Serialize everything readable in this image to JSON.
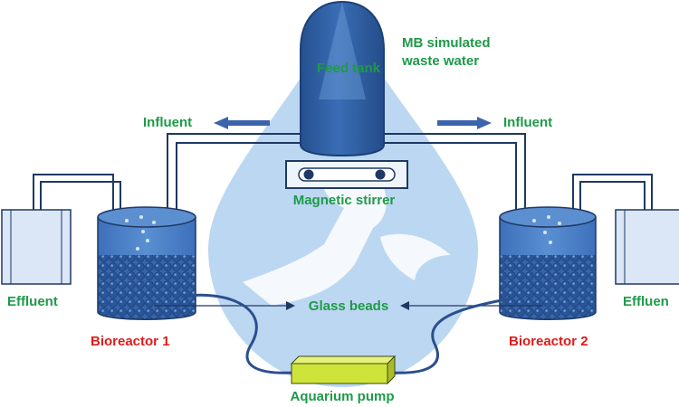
{
  "labels": {
    "wastewater_line1": "MB simulated",
    "wastewater_line2": "waste water",
    "feed_tank": "Feed tank",
    "influent_left": "Influent",
    "influent_right": "Influent",
    "magnetic_stirrer": "Magnetic stirrer",
    "effluent_left": "Effluent",
    "effluent_right": "Effluen",
    "glass_beads": "Glass beads",
    "bioreactor_1": "Bioreactor 1",
    "bioreactor_2": "Bioreactor 2",
    "aquarium_pump": "Aquarium  pump"
  },
  "colors": {
    "label_green": "#1e9a48",
    "label_red": "#e01a1a",
    "tank_blue": "#2f5fa7",
    "water_blue": "#4a80c8",
    "bead_blue": "#2c5aa0",
    "drop_blue": "#bcd7f2",
    "pump_yellow": "#cfe43a",
    "tube_navy": "#1f3864"
  }
}
